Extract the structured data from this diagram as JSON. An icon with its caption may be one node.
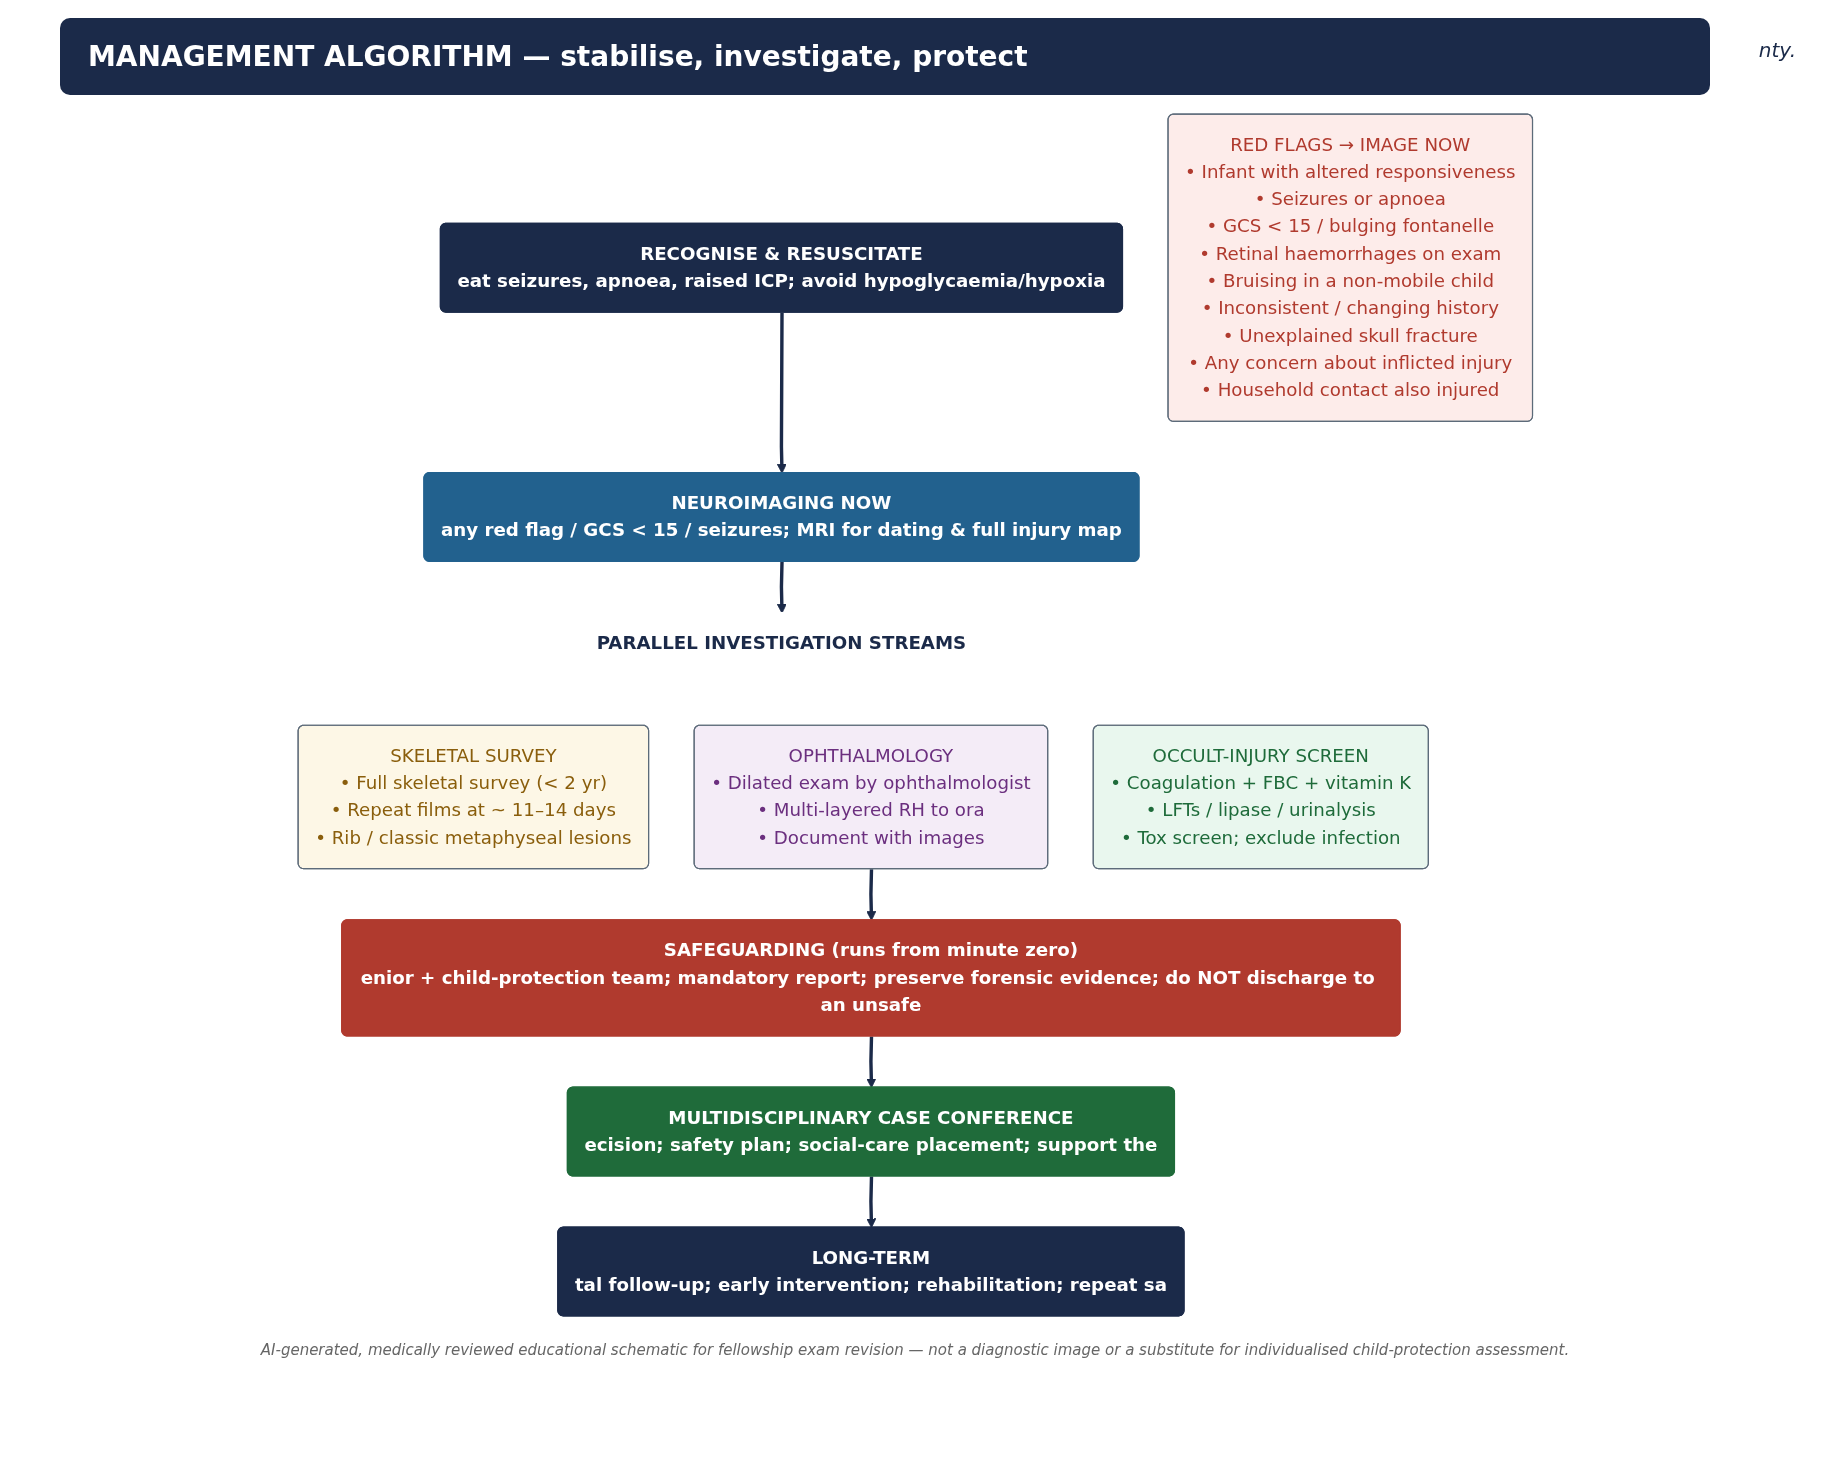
{
  "diagram": {
    "title": "MANAGEMENT ALGORITHM — stabilise, investigate, protect",
    "caption": "AI-generated, medically reviewed educational schematic for fellowship exam revision — not a diagnostic image or a substitute for individualised child-protection assessment.",
    "nodes": [
      {
        "text": [
          "RECOGNISE & RESUSCITATE",
          "eat seizures, apnoea, raised ICP; avoid hypoglycaemia/hypoxia"
        ]
      },
      {
        "text": [
          "NEUROIMAGING NOW",
          "any red flag / GCS < 15 / seizures; MRI for dating & full injury map"
        ]
      },
      {
        "text": [
          "PARALLEL INVESTIGATION STREAMS"
        ]
      },
      {
        "text": [
          "SKELETAL SURVEY",
          "• Full skeletal survey (< 2 yr)",
          "• Repeat films at ~ 11–14 days",
          "• Rib / classic metaphyseal lesions"
        ]
      },
      {
        "text": [
          "OPHTHALMOLOGY",
          "• Dilated exam by ophthalmologist",
          "• Multi-layered RH to ora",
          "• Document with images"
        ]
      },
      {
        "text": [
          "OCCULT-INJURY SCREEN",
          "• Coagulation + FBC + vitamin K",
          "• LFTs / lipase / urinalysis",
          "• Tox screen; exclude infection"
        ]
      },
      {
        "text": [
          "RED FLAGS → IMAGE NOW",
          "• Infant with altered responsiveness",
          "• Seizures or apnoea",
          "• GCS < 15 / bulging fontanelle",
          "• Retinal haemorrhages on exam",
          "• Bruising in a non-mobile child",
          "• Inconsistent / changing history",
          "• Unexplained skull fracture",
          "• Any concern about inflicted injury",
          "• Household contact also injured"
        ]
      },
      {
        "text": [
          "SAFEGUARDING (runs from minute zero)",
          "enior + child-protection team; mandatory report; preserve forensic evidence; do NOT discharge to an unsafe"
        ]
      },
      {
        "text": [
          "MULTIDISCIPLINARY CASE CONFERENCE",
          "ecision; safety plan; social-care placement; support the"
        ]
      },
      {
        "text": [
          "LONG-TERM",
          "tal follow-up; early intervention; rehabilitation; repeat sa"
        ]
      }
    ],
    "edges": [
      {
        "from": 0,
        "to": 1,
        "arrow": "to"
      },
      {
        "from": 1,
        "to": 2,
        "arrow": "to"
      },
      {
        "from": 4,
        "to": 7,
        "arrow": "to"
      },
      {
        "from": 7,
        "to": 8,
        "arrow": "to"
      },
      {
        "from": 8,
        "to": 9,
        "arrow": "to"
      }
    ],
    "labels": [
      "nty."
    ]
  }
}
